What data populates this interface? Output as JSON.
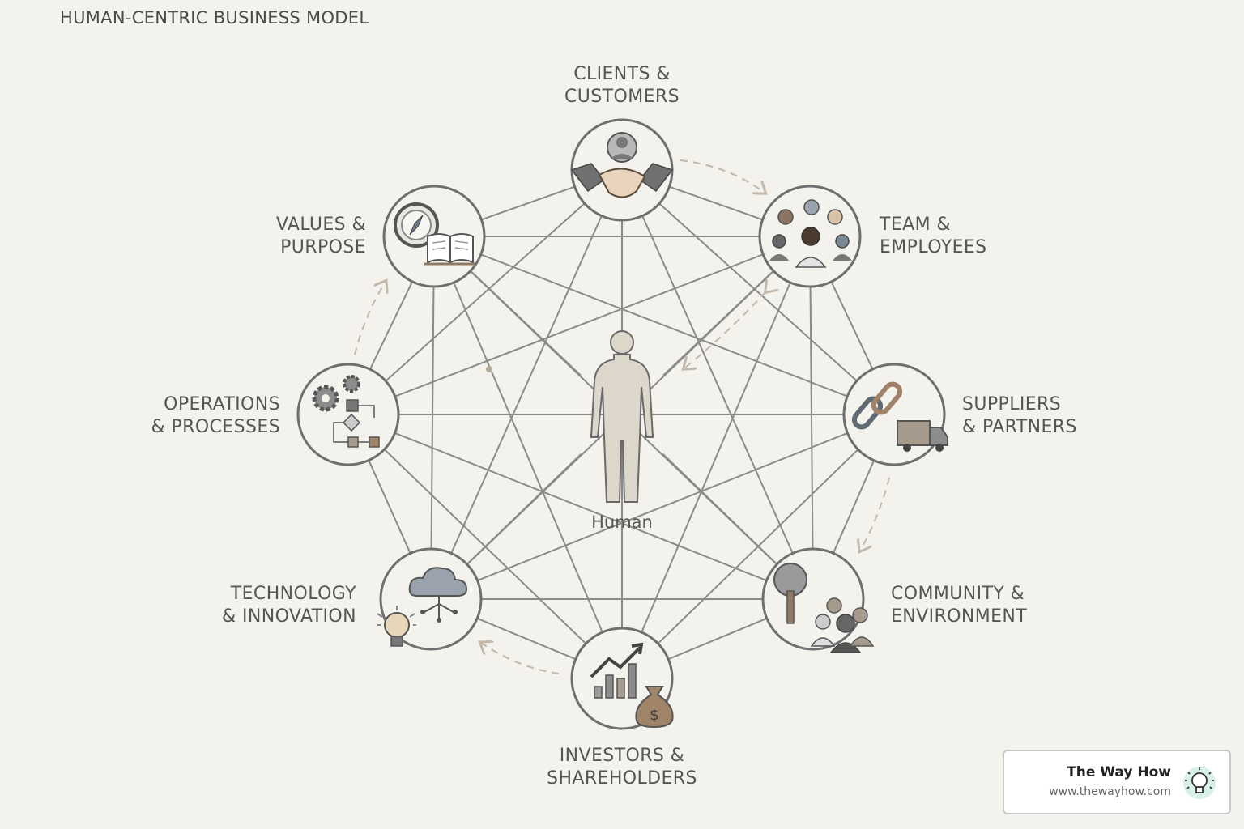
{
  "title": "HUMAN-CENTRIC BUSINESS MODEL",
  "center": {
    "label": "Human"
  },
  "nodes": [
    {
      "id": "clients",
      "label": "CLIENTS &\nCUSTOMERS",
      "icon": "handshake-icon"
    },
    {
      "id": "team",
      "label": "TEAM &\nEMPLOYEES",
      "icon": "team-icon"
    },
    {
      "id": "suppliers",
      "label": "SUPPLIERS\n& PARTNERS",
      "icon": "chain-truck-icon"
    },
    {
      "id": "community",
      "label": "COMMUNITY &\nENVIRONMENT",
      "icon": "tree-people-icon"
    },
    {
      "id": "investors",
      "label": "INVESTORS &\nSHAREHOLDERS",
      "icon": "growth-chart-money-bag-icon"
    },
    {
      "id": "technology",
      "label": "TECHNOLOGY\n& INNOVATION",
      "icon": "cloud-lightbulb-icon"
    },
    {
      "id": "operations",
      "label": "OPERATIONS\n& PROCESSES",
      "icon": "gears-flowchart-icon"
    },
    {
      "id": "values",
      "label": "VALUES &\nPURPOSE",
      "icon": "compass-book-icon"
    }
  ],
  "brand": {
    "name": "The Way How",
    "url": "www.thewayhow.com",
    "icon": "lightbulb-icon"
  },
  "colors": {
    "background": "#f4f2ed",
    "stroke": "#6e6e6e",
    "line": "#8a8a8a",
    "accent_taupe": "#a69a8c",
    "accent_brown": "#8f7a66",
    "icon_fill": "#8f8f8f",
    "brand_icon_bg": "#d8f0e6"
  }
}
